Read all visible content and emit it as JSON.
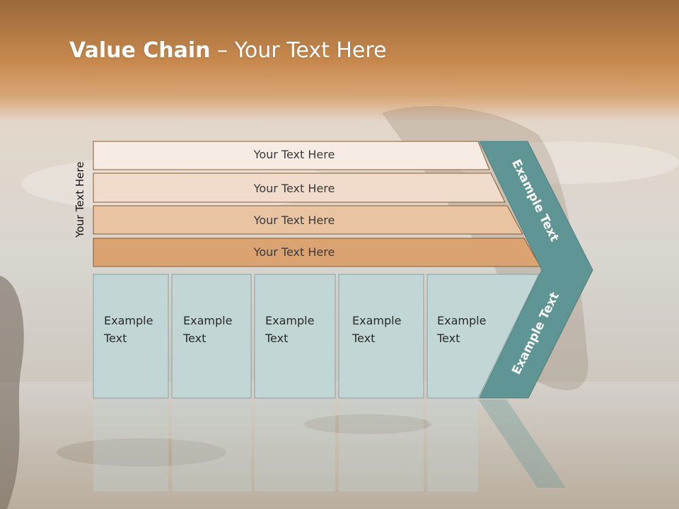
{
  "slide": {
    "title_bold": "Value Chain",
    "title_rest": " – Your Text Here",
    "side_label": "Your Text Here"
  },
  "bars": [
    {
      "label": "Your Text Here",
      "fill": "#f7ece4"
    },
    {
      "label": "Your Text Here",
      "fill": "#f1dccb"
    },
    {
      "label": "Your Text Here",
      "fill": "#e8c4a3"
    },
    {
      "label": "Your Text Here",
      "fill": "#dba372"
    }
  ],
  "columns": [
    {
      "line1": "Example",
      "line2": "Text"
    },
    {
      "line1": "Example",
      "line2": "Text"
    },
    {
      "line1": "Example",
      "line2": "Text"
    },
    {
      "line1": "Example",
      "line2": "Text"
    },
    {
      "line1": "Example",
      "line2": "Text"
    }
  ],
  "arrow": {
    "upper_label": "Example Text",
    "lower_label": "Example Text"
  },
  "colors": {
    "header_orange": "#c9874a",
    "column_fill": "#c2d6d6",
    "arrow_teal": "#5f9595"
  }
}
